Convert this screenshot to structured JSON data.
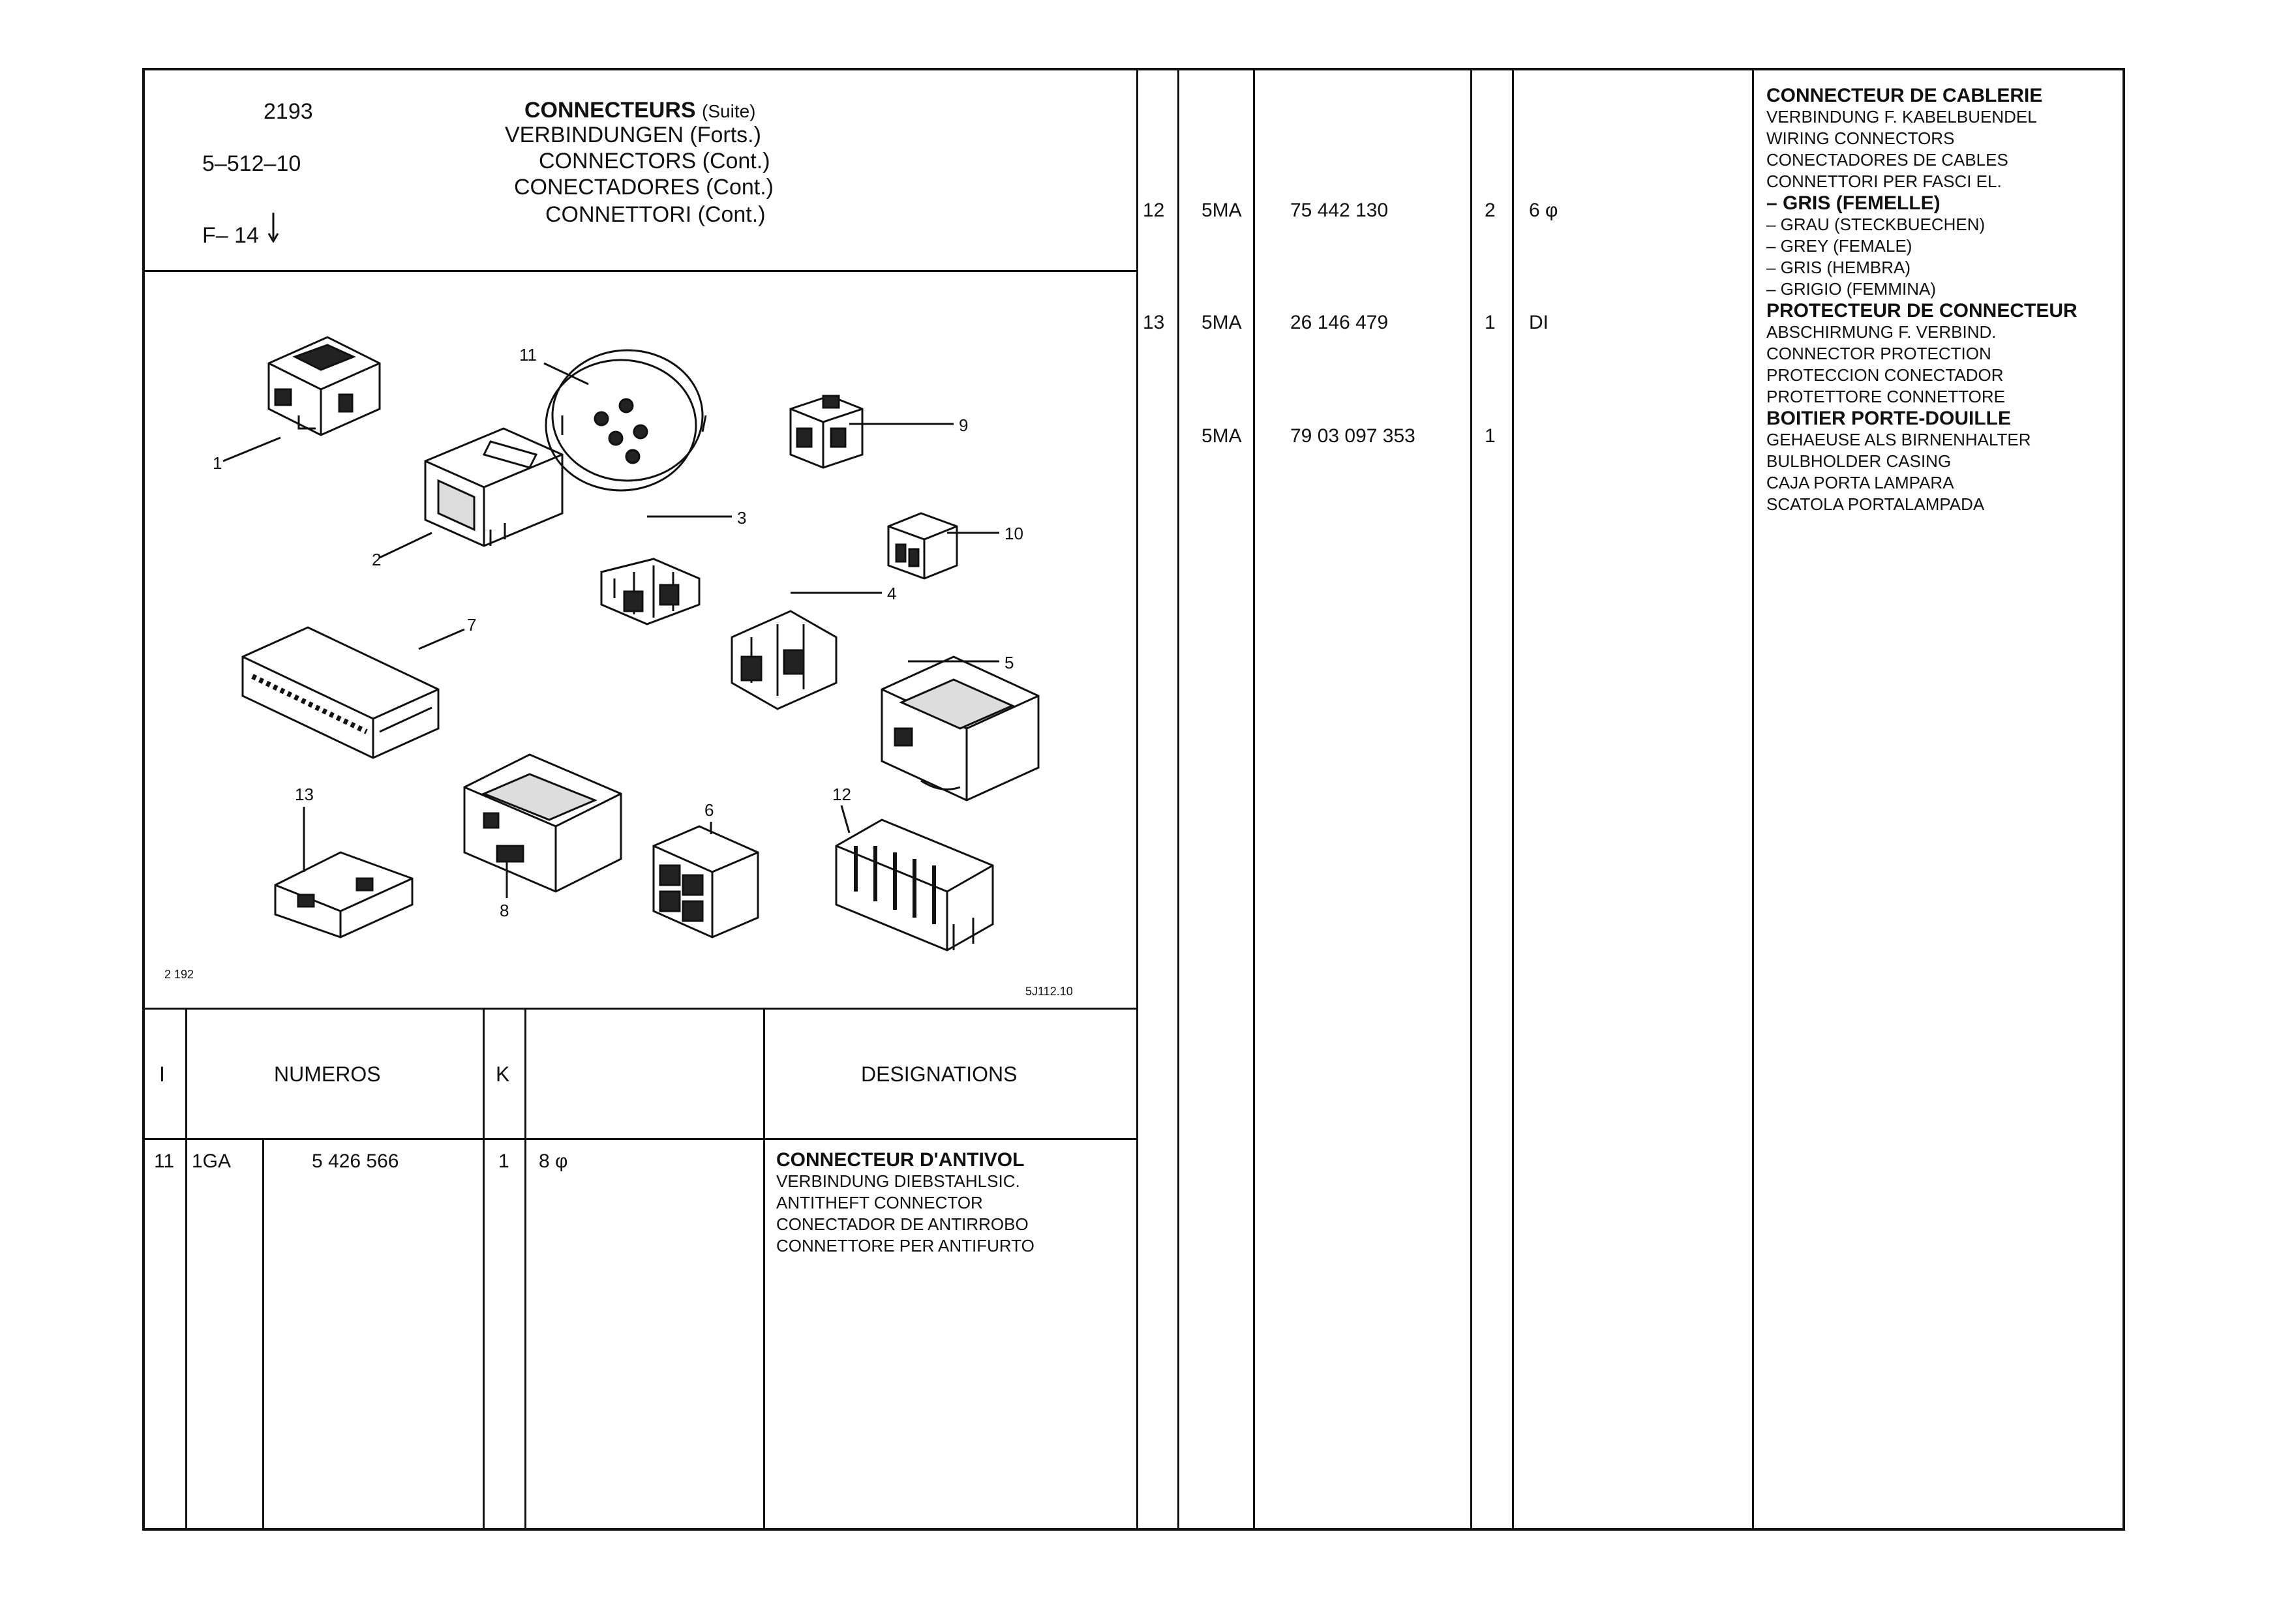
{
  "header": {
    "code1": "2193",
    "code2": "5–512–10",
    "code3": "F– 14",
    "title_fr": "CONNECTEURS",
    "title_fr_suffix": "(Suite)",
    "title_de": "VERBINDUNGEN (Forts.)",
    "title_en": "CONNECTORS (Cont.)",
    "title_es": "CONECTADORES (Cont.)",
    "title_it": "CONNETTORI (Cont.)"
  },
  "figure": {
    "ref_left": "2 192",
    "ref_right": "5J112.10",
    "callouts": [
      "1",
      "2",
      "3",
      "4",
      "5",
      "6",
      "7",
      "8",
      "9",
      "10",
      "11",
      "12",
      "13"
    ]
  },
  "columns": {
    "index": "I",
    "numeros": "NUMEROS",
    "k": "K",
    "designations": "DESIGNATIONS"
  },
  "left_rows": [
    {
      "index": "11",
      "prefix": "1GA",
      "number": "5 426 566",
      "qty": "1",
      "spec": "8 φ",
      "title": "CONNECTEUR D'ANTIVOL",
      "lines": [
        "VERBINDUNG DIEBSTAHLSIC.",
        "ANTITHEFT CONNECTOR",
        "CONECTADOR DE ANTIRROBO",
        "CONNETTORE PER ANTIFURTO"
      ]
    }
  ],
  "right_rows": [
    {
      "index": "12",
      "prefix": "5MA",
      "number": "75 442 130",
      "qty": "2",
      "spec": "6 φ"
    },
    {
      "index": "13",
      "prefix": "5MA",
      "number": "26 146 479",
      "qty": "1",
      "spec": "DI"
    },
    {
      "index": "",
      "prefix": "5MA",
      "number": "79 03 097 353",
      "qty": "1",
      "spec": ""
    }
  ],
  "right_designations": [
    {
      "text": "CONNECTEUR DE CABLERIE",
      "bold": true
    },
    {
      "text": "VERBINDUNG F. KABELBUENDEL",
      "bold": false
    },
    {
      "text": "WIRING CONNECTORS",
      "bold": false
    },
    {
      "text": "CONECTADORES DE CABLES",
      "bold": false
    },
    {
      "text": "CONNETTORI PER FASCI EL.",
      "bold": false
    },
    {
      "text": "– GRIS (FEMELLE)",
      "bold": true
    },
    {
      "text": "– GRAU (STECKBUECHEN)",
      "bold": false
    },
    {
      "text": "– GREY (FEMALE)",
      "bold": false
    },
    {
      "text": "– GRIS (HEMBRA)",
      "bold": false
    },
    {
      "text": "– GRIGIO (FEMMINA)",
      "bold": false
    },
    {
      "text": "PROTECTEUR DE CONNECTEUR",
      "bold": true
    },
    {
      "text": "ABSCHIRMUNG F. VERBIND.",
      "bold": false
    },
    {
      "text": "CONNECTOR PROTECTION",
      "bold": false
    },
    {
      "text": "PROTECCION CONECTADOR",
      "bold": false
    },
    {
      "text": "PROTETTORE CONNETTORE",
      "bold": false
    },
    {
      "text": "BOITIER PORTE-DOUILLE",
      "bold": true
    },
    {
      "text": "GEHAEUSE ALS BIRNENHALTER",
      "bold": false
    },
    {
      "text": "BULBHOLDER CASING",
      "bold": false
    },
    {
      "text": "CAJA PORTA LAMPARA",
      "bold": false
    },
    {
      "text": "SCATOLA PORTALAMPADA",
      "bold": false
    }
  ]
}
